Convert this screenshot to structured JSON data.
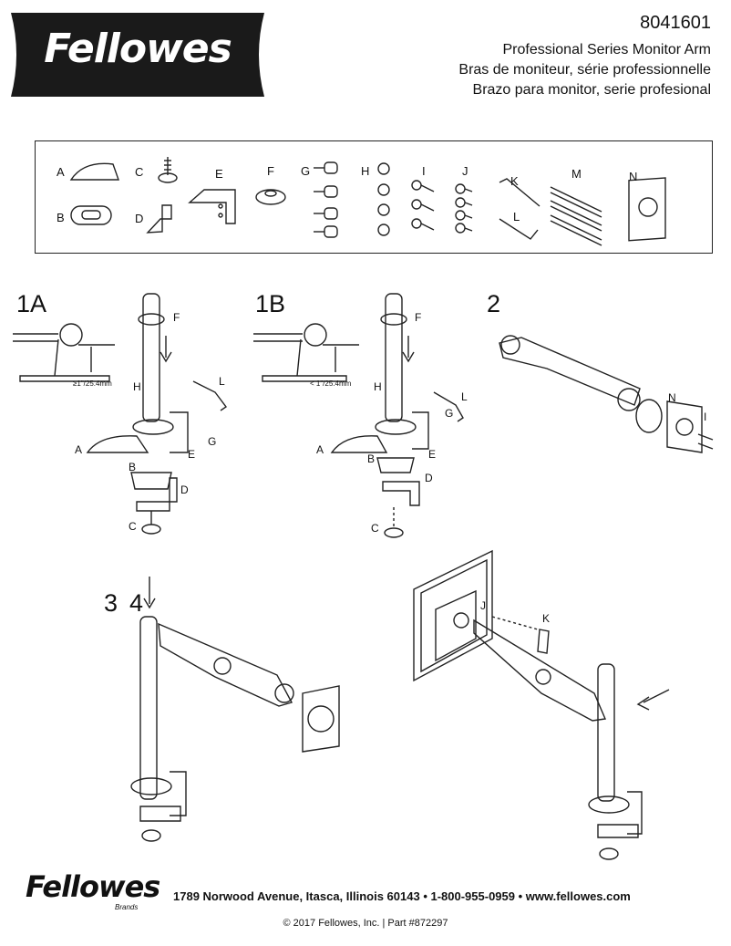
{
  "header": {
    "logo_text": "Fellowes",
    "part_number": "8041601",
    "title_en": "Professional Series Monitor Arm",
    "title_fr": "Bras de moniteur, série professionnelle",
    "title_es": "Brazo para monitor, serie profesional"
  },
  "parts": [
    "A",
    "B",
    "C",
    "D",
    "E",
    "F",
    "G",
    "H",
    "I",
    "J",
    "K",
    "L",
    "M",
    "N"
  ],
  "steps": {
    "s1a": "1A",
    "s1b": "1B",
    "s2": "2",
    "s3": "3",
    "s4": "4"
  },
  "measurements": {
    "thick": "≥1\"/25.4mm",
    "thin": "< 1\"/25.4mm"
  },
  "footer": {
    "logo": "Fellowes",
    "brands": "Brands",
    "contact": "1789 Norwood Avenue, Itasca, Illinois 60143   •   1-800-955-0959   •   www.fellowes.com",
    "copyright": "© 2017 Fellowes, Inc. | Part #872297"
  }
}
